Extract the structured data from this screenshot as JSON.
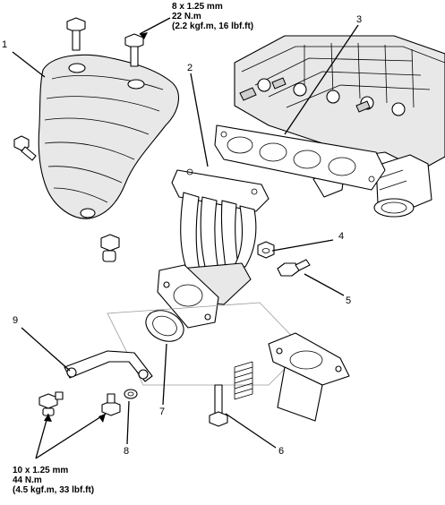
{
  "callouts": {
    "c1": "1",
    "c2": "2",
    "c3": "3",
    "c4": "4",
    "c5": "5",
    "c6": "6",
    "c7": "7",
    "c8": "8",
    "c9": "9"
  },
  "torque_specs": {
    "top": {
      "thread": "8 x 1.25 mm",
      "torque": "22 N.m",
      "alt": "(2.2 kgf.m, 16 lbf.ft)"
    },
    "bottom": {
      "thread": "10 x 1.25 mm",
      "torque": "44 N.m",
      "alt": "(4.5 kgf.m, 33 lbf.ft)"
    }
  }
}
